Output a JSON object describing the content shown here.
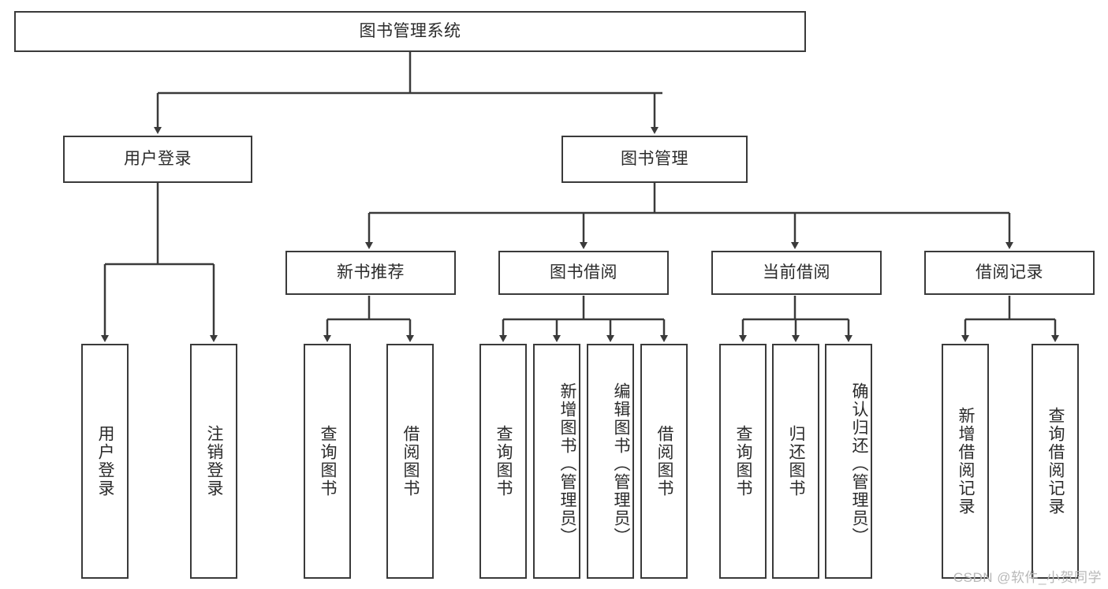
{
  "diagram": {
    "title": "图书管理系统",
    "type": "tree-hierarchy-chart",
    "stroke_color": "#3a3a3a",
    "text_color": "#2b2b2b",
    "background_color": "#ffffff",
    "root": {
      "label": "图书管理系统"
    },
    "level2": [
      {
        "label": "用户登录"
      },
      {
        "label": "图书管理"
      }
    ],
    "level3": [
      {
        "label": "新书推荐"
      },
      {
        "label": "图书借阅"
      },
      {
        "label": "当前借阅"
      },
      {
        "label": "借阅记录"
      }
    ],
    "leaves_user_login": [
      {
        "label": "用户登录"
      },
      {
        "label": "注销登录"
      }
    ],
    "leaves_new_book": [
      {
        "label": "查询图书"
      },
      {
        "label": "借阅图书"
      }
    ],
    "leaves_borrow": [
      {
        "label": "查询图书"
      },
      {
        "label": "新增图书（管理员）"
      },
      {
        "label": "编辑图书（管理员）"
      },
      {
        "label": "借阅图书"
      }
    ],
    "leaves_current": [
      {
        "label": "查询图书"
      },
      {
        "label": "归还图书"
      },
      {
        "label": "确认归还（管理员）"
      }
    ],
    "leaves_records": [
      {
        "label": "新增借阅记录"
      },
      {
        "label": "查询借阅记录"
      }
    ]
  },
  "watermark": {
    "text": "CSDN @软件_小贺同学"
  }
}
